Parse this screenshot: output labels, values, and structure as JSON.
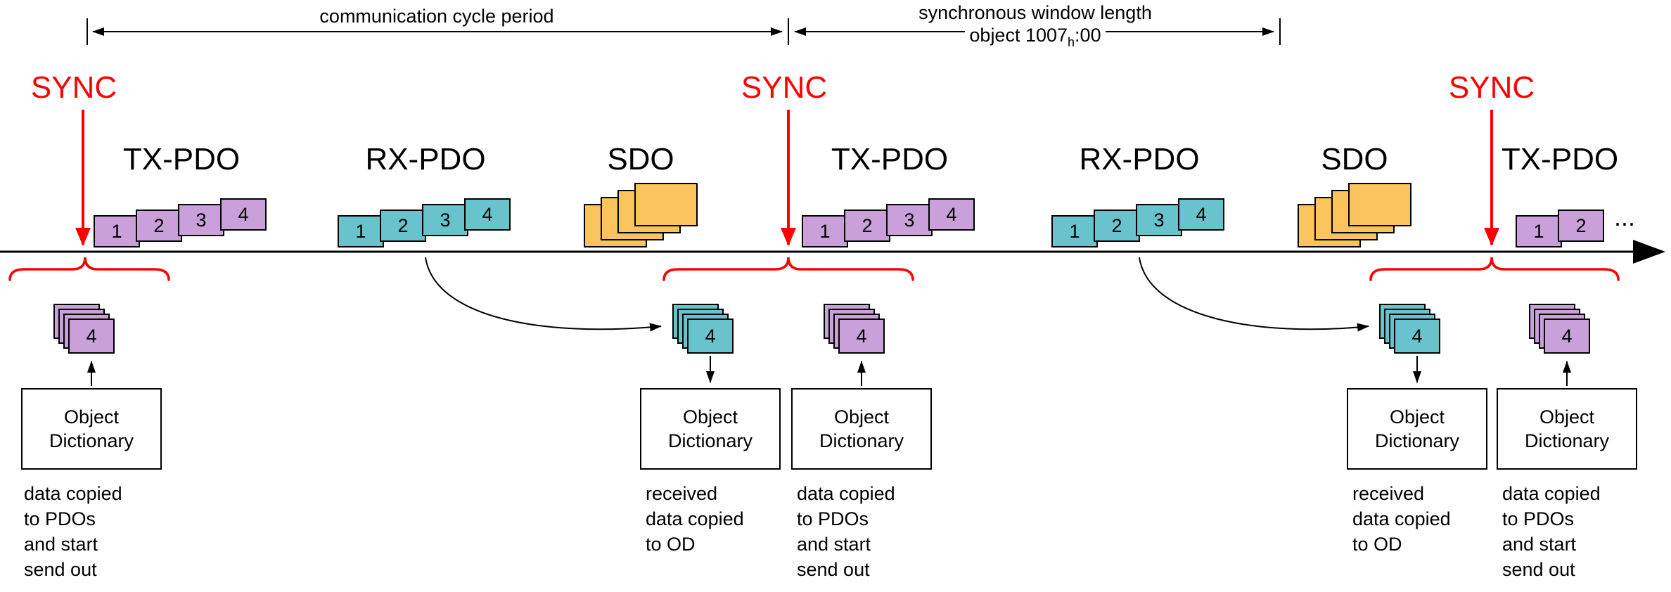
{
  "colors": {
    "sync_red": "#ff0000",
    "purple": "#c9a0d9",
    "teal": "#68c3cd",
    "yellow": "#fbc35b"
  },
  "top": {
    "cycle_label": "communication cycle period",
    "window_label_line1": "synchronous window length",
    "window_obj_prefix": "object 1007",
    "window_obj_sub": "h",
    "window_obj_suffix": ":00"
  },
  "sync_labels": [
    "SYNC",
    "SYNC",
    "SYNC"
  ],
  "ellipsis": "...",
  "groups": [
    {
      "label": "TX-PDO",
      "type": "purple",
      "cards": [
        "1",
        "2",
        "3",
        "4"
      ]
    },
    {
      "label": "RX-PDO",
      "type": "teal",
      "cards": [
        "1",
        "2",
        "3",
        "4"
      ]
    },
    {
      "label": "SDO",
      "type": "yellow",
      "cards": [
        "",
        "",
        "",
        ""
      ]
    },
    {
      "label": "TX-PDO",
      "type": "purple",
      "cards": [
        "1",
        "2",
        "3",
        "4"
      ]
    },
    {
      "label": "RX-PDO",
      "type": "teal",
      "cards": [
        "1",
        "2",
        "3",
        "4"
      ]
    },
    {
      "label": "SDO",
      "type": "yellow",
      "cards": [
        "",
        "",
        "",
        ""
      ]
    },
    {
      "label": "TX-PDO",
      "type": "purple",
      "cards": [
        "1",
        "2"
      ]
    }
  ],
  "stacks": [
    {
      "type": "purple",
      "label": "4",
      "arrow": "up",
      "box": "Object\nDictionary",
      "caption": "data copied\nto PDOs\nand start\nsend out"
    },
    {
      "type": "teal",
      "label": "4",
      "arrow": "down",
      "box": "Object\nDictionary",
      "caption": "received\ndata copied\nto OD"
    },
    {
      "type": "purple",
      "label": "4",
      "arrow": "up",
      "box": "Object\nDictionary",
      "caption": "data copied\nto PDOs\nand start\nsend out"
    },
    {
      "type": "teal",
      "label": "4",
      "arrow": "down",
      "box": "Object\nDictionary",
      "caption": "received\ndata copied\nto OD"
    },
    {
      "type": "purple",
      "label": "4",
      "arrow": "up",
      "box": "Object\nDictionary",
      "caption": "data copied\nto PDOs\nand start\nsend out"
    }
  ]
}
